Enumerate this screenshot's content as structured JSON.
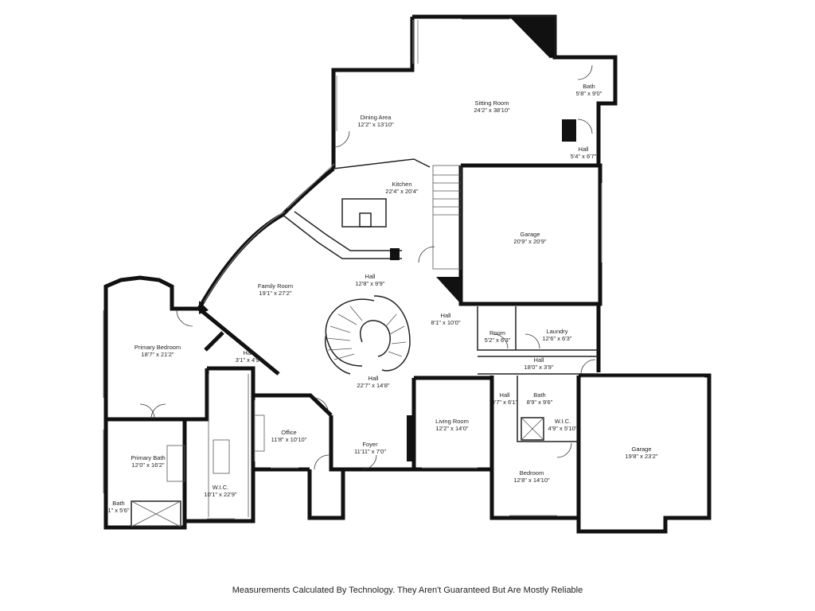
{
  "rooms": {
    "sitting_room": {
      "name": "Sitting Room",
      "dim": "24'2\" x 38'10\""
    },
    "bath_upper": {
      "name": "Bath",
      "dim": "5'8\" x 9'0\""
    },
    "dining_area": {
      "name": "Dining Area",
      "dim": "12'2\" x 13'10\""
    },
    "hall_upper": {
      "name": "Hall",
      "dim": "5'4\" x 6'7\""
    },
    "kitchen": {
      "name": "Kitchen",
      "dim": "22'4\" x 20'4\""
    },
    "garage_upper": {
      "name": "Garage",
      "dim": "20'9\" x 20'9\""
    },
    "hall_center": {
      "name": "Hall",
      "dim": "12'8\" x 9'9\""
    },
    "family_room": {
      "name": "Family Room",
      "dim": "19'1\" x 27'2\""
    },
    "hall_mid_right": {
      "name": "Hall",
      "dim": "8'1\" x 10'0\""
    },
    "room_small": {
      "name": "Room",
      "dim": "5'2\" x 6'3\""
    },
    "laundry": {
      "name": "Laundry",
      "dim": "12'6\" x 6'3\""
    },
    "primary_bedroom": {
      "name": "Primary Bedroom",
      "dim": "18'7\" x 21'2\""
    },
    "hall_left": {
      "name": "Hall",
      "dim": "3'1\" x 4'9\""
    },
    "hall_right_long": {
      "name": "Hall",
      "dim": "18'0\" x 3'9\""
    },
    "hall_stair": {
      "name": "Hall",
      "dim": "22'7\" x 14'8\""
    },
    "hall_small": {
      "name": "Hall",
      "dim": "3'7\" x 6'1\""
    },
    "bath_lower": {
      "name": "Bath",
      "dim": "8'9\" x 9'6\""
    },
    "office": {
      "name": "Office",
      "dim": "11'8\" x 10'10\""
    },
    "living_room": {
      "name": "Living Room",
      "dim": "12'2\" x 14'0\""
    },
    "wic_small": {
      "name": "W.I.C.",
      "dim": "4'9\" x 5'10\""
    },
    "primary_bath": {
      "name": "Primary Bath",
      "dim": "12'0\" x 16'2\""
    },
    "foyer": {
      "name": "Foyer",
      "dim": "11'11\" x 7'0\""
    },
    "garage_lower": {
      "name": "Garage",
      "dim": "19'8\" x 23'2\""
    },
    "bedroom": {
      "name": "Bedroom",
      "dim": "12'8\" x 14'10\""
    },
    "wic_large": {
      "name": "W.I.C.",
      "dim": "10'1\" x 22'9\""
    },
    "bath_small": {
      "name": "Bath",
      "dim": "1\" x 5'6\""
    }
  },
  "footer": "Measurements Calculated By Technology. They Aren't Guaranteed But Are Mostly Reliable"
}
